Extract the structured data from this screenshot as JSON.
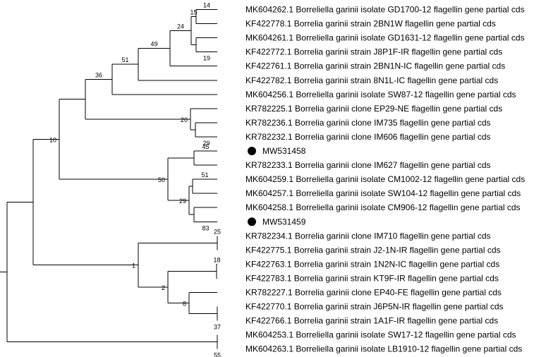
{
  "tree": {
    "leaves": [
      {
        "id": "l0",
        "label": "MK604262.1 Borreliella garinii isolate GD1700-12 flagellin gene partial cds",
        "marker": false
      },
      {
        "id": "l1",
        "label": "KF422778.1 Borrelia garinii strain 2BN1W flagellin gene partial cds",
        "marker": false
      },
      {
        "id": "l2",
        "label": "MK604261.1 Borreliella garinii isolate GD1631-12 flagellin gene partial cds",
        "marker": false
      },
      {
        "id": "l3",
        "label": "KF422772.1 Borrelia garinii strain J8P1F-IR flagellin gene partial cds",
        "marker": false
      },
      {
        "id": "l4",
        "label": "KF422761.1 Borrelia garinii strain 2BN1N-IC flagellin gene partial cds",
        "marker": false
      },
      {
        "id": "l5",
        "label": "KF422782.1 Borrelia garinii strain 8N1L-IC flagellin gene partial cds",
        "marker": false
      },
      {
        "id": "l6",
        "label": "MK604256.1 Borreliella garinii isolate SW87-12 flagellin gene partial cds",
        "marker": false
      },
      {
        "id": "l7",
        "label": "KR782225.1 Borrelia garinii clone EP29-NE flagellin gene partial cds",
        "marker": false
      },
      {
        "id": "l8",
        "label": "KR782236.1 Borrelia garinii clone IM735 flagellin gene partial cds",
        "marker": false
      },
      {
        "id": "l9",
        "label": "KR782232.1 Borrelia garinii clone IM606 flagellin gene partial cds",
        "marker": false
      },
      {
        "id": "l10",
        "label": "MW531458",
        "marker": true
      },
      {
        "id": "l11",
        "label": "KR782233.1 Borrelia garinii clone IM627 flagellin gene partial cds",
        "marker": false
      },
      {
        "id": "l12",
        "label": "MK604259.1 Borreliella garinii isolate CM1002-12 flagellin gene partial cds",
        "marker": false
      },
      {
        "id": "l13",
        "label": "MK604257.1 Borreliella garinii isolate SW104-12 flagellin gene partial cds",
        "marker": false
      },
      {
        "id": "l14",
        "label": "MK604258.1 Borreliella garinii isolate CM906-12 flagellin gene partial cds",
        "marker": false
      },
      {
        "id": "l15",
        "label": "MW531459",
        "marker": true
      },
      {
        "id": "l16",
        "label": "KR782234.1 Borrelia garinii clone IM710 flagellin gene partial cds",
        "marker": false
      },
      {
        "id": "l17",
        "label": "KF422775.1 Borrelia garinii strain J2-1N-IR flagellin gene partial cds",
        "marker": false
      },
      {
        "id": "l18",
        "label": "KF422763.1 Borrelia garinii strain 1N2N-IC flagellin gene partial cds",
        "marker": false
      },
      {
        "id": "l19",
        "label": "KF422783.1 Borrelia garinii strain KT9F-IR flagellin gene partial cds",
        "marker": false
      },
      {
        "id": "l20",
        "label": "KR782227.1 Borrelia garinii clone EP40-FE flagellin gene partial cds",
        "marker": false
      },
      {
        "id": "l21",
        "label": "KF422770.1 Borrelia garinii strain J6P5N-IR flagellin gene partial cds",
        "marker": false
      },
      {
        "id": "l22",
        "label": "KF422766.1 Borrelia garinii strain 1A1F-IR flagellin gene partial cds",
        "marker": false
      },
      {
        "id": "l23",
        "label": "MK604253.1 Borreliella garinii isolate SW17-12 flagellin gene partial cds",
        "marker": false
      },
      {
        "id": "l24",
        "label": "MK604263.1 Borreliella garinii isolate LB1910-12 flagellin gene partial cds",
        "marker": false
      }
    ],
    "nodes": [
      {
        "id": "n14",
        "support": "14",
        "children": [
          "l0",
          "l1"
        ]
      },
      {
        "id": "n19",
        "support": "19",
        "children": [
          "l2",
          "l3"
        ]
      },
      {
        "id": "n15",
        "support": "15",
        "children": [
          "n14",
          "n19"
        ]
      },
      {
        "id": "n24",
        "support": "24",
        "children": [
          "n15",
          "l4"
        ]
      },
      {
        "id": "n49",
        "support": "49",
        "children": [
          "n24",
          "l5"
        ]
      },
      {
        "id": "n51",
        "support": "51",
        "children": [
          "n49",
          "l6"
        ]
      },
      {
        "id": "n29a",
        "support": "29",
        "children": [
          "l8",
          "l9"
        ]
      },
      {
        "id": "n20",
        "support": "20",
        "children": [
          "l7",
          "n29a"
        ]
      },
      {
        "id": "n36",
        "support": "36",
        "children": [
          "n51",
          "n20"
        ]
      },
      {
        "id": "n45",
        "support": "45",
        "children": [
          "l10",
          "l11"
        ]
      },
      {
        "id": "n51b",
        "support": "51",
        "children": [
          "l12",
          "l13"
        ]
      },
      {
        "id": "n83",
        "support": "83",
        "children": [
          "l14",
          "l15"
        ]
      },
      {
        "id": "n29b",
        "support": "29",
        "children": [
          "n51b",
          "n83"
        ]
      },
      {
        "id": "n50",
        "support": "50",
        "children": [
          "n45",
          "n29b"
        ]
      },
      {
        "id": "n10",
        "support": "10",
        "children": [
          "n36",
          "n50"
        ]
      },
      {
        "id": "n25",
        "support": "25",
        "children": [
          "l16",
          "l17"
        ]
      },
      {
        "id": "n18",
        "support": "18",
        "children": [
          "l18",
          "l19"
        ]
      },
      {
        "id": "n37",
        "support": "37",
        "children": [
          "l21",
          "l22"
        ]
      },
      {
        "id": "n8",
        "support": "8",
        "children": [
          "l20",
          "n37"
        ]
      },
      {
        "id": "n2",
        "support": "2",
        "children": [
          "n18",
          "n8"
        ]
      },
      {
        "id": "n1",
        "support": "1",
        "children": [
          "n25",
          "n2"
        ]
      },
      {
        "id": "nroot1",
        "support": "",
        "children": [
          "n10",
          "n1"
        ]
      },
      {
        "id": "n55",
        "support": "55",
        "children": [
          "l23",
          "l24"
        ]
      },
      {
        "id": "root",
        "support": "",
        "children": [
          "nroot1",
          "n55"
        ]
      }
    ]
  }
}
